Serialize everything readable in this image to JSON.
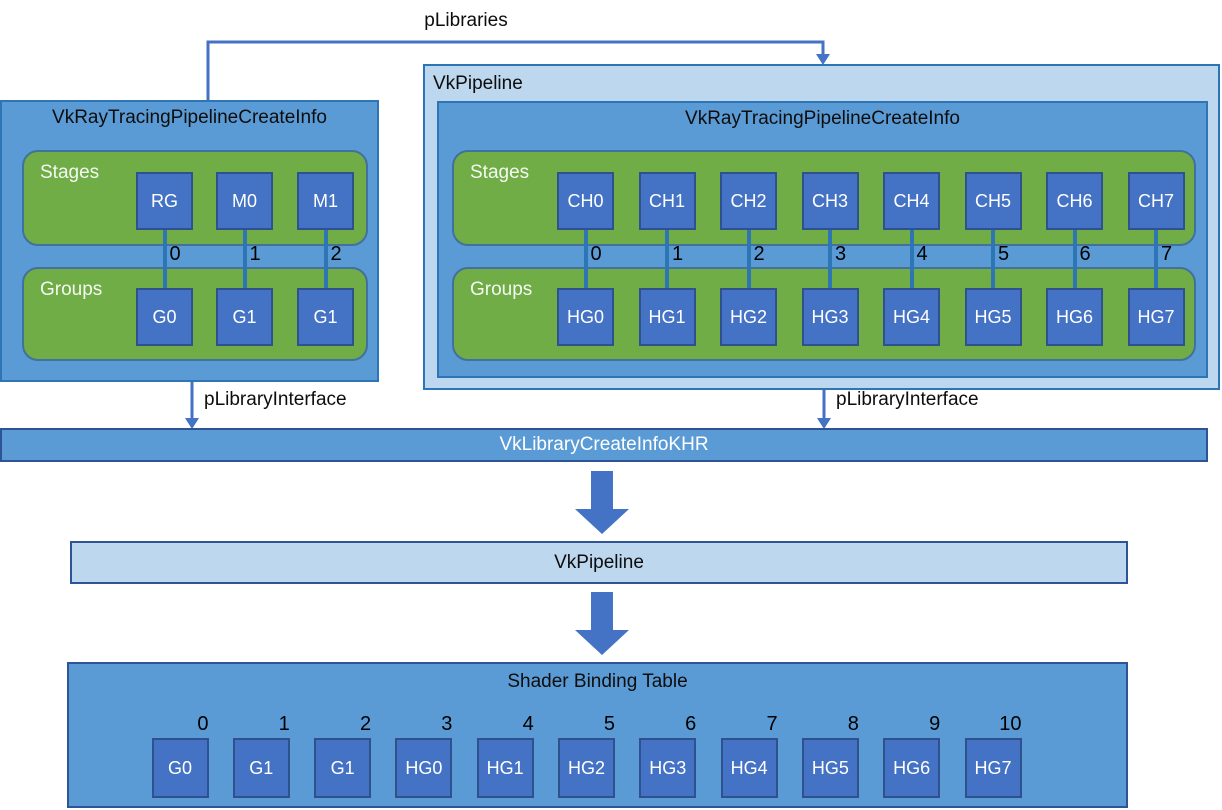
{
  "connections": {
    "plibraries_label": "pLibraries"
  },
  "left_library": {
    "title": "VkRayTracingPipelineCreateInfo",
    "stages_label": "Stages",
    "stages": [
      "RG",
      "M0",
      "M1"
    ],
    "indices": [
      "0",
      "1",
      "2"
    ],
    "groups_label": "Groups",
    "groups": [
      "G0",
      "G1",
      "G1"
    ],
    "interface_label": "pLibraryInterface"
  },
  "right_pipeline": {
    "title": "VkPipeline",
    "inner_title": "VkRayTracingPipelineCreateInfo",
    "stages_label": "Stages",
    "stages": [
      "CH0",
      "CH1",
      "CH2",
      "CH3",
      "CH4",
      "CH5",
      "CH6",
      "CH7"
    ],
    "indices": [
      "0",
      "1",
      "2",
      "3",
      "4",
      "5",
      "6",
      "7"
    ],
    "groups_label": "Groups",
    "groups": [
      "HG0",
      "HG1",
      "HG2",
      "HG3",
      "HG4",
      "HG5",
      "HG6",
      "HG7"
    ],
    "interface_label": "pLibraryInterface"
  },
  "library_bar": {
    "label": "VkLibraryCreateInfoKHR"
  },
  "pipeline_bar": {
    "label": "VkPipeline"
  },
  "sbt": {
    "title": "Shader Binding Table",
    "indices": [
      "0",
      "1",
      "2",
      "3",
      "4",
      "5",
      "6",
      "7",
      "8",
      "9",
      "10"
    ],
    "entries": [
      "G0",
      "G1",
      "G1",
      "HG0",
      "HG1",
      "HG2",
      "HG3",
      "HG4",
      "HG5",
      "HG6",
      "HG7"
    ]
  },
  "colors": {
    "mid_blue": "#5B9BD5",
    "light_blue": "#BDD7EE",
    "square_blue": "#4472C4",
    "green": "#70AD47",
    "arrow_blue": "#4472C4"
  }
}
